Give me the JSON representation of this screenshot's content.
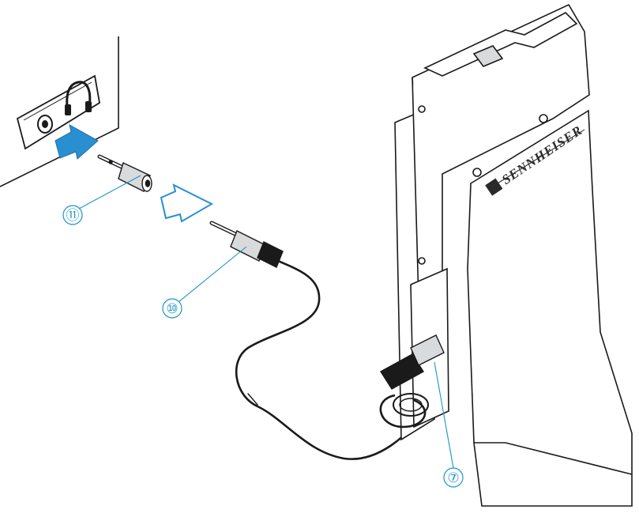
{
  "callouts": [
    {
      "id": "adapter",
      "number": "11",
      "label": "⑪"
    },
    {
      "id": "plug",
      "number": "10",
      "label": "⑩"
    },
    {
      "id": "socket",
      "number": "7",
      "label": "⑦"
    }
  ],
  "brand": {
    "text": "SENNHEISER"
  },
  "colors": {
    "callout": "#1a95c8",
    "arrow_filled": "#2a8fd0",
    "arrow_outline": "#2a8fd0",
    "line": "#1a1a1a",
    "device_shade": "#d9dadc"
  },
  "icons": {
    "device_port_symbol": "headphones-icon",
    "insert_arrow_filled": "arrow-right-filled-icon",
    "insert_arrow_outline": "arrow-right-outline-icon"
  }
}
